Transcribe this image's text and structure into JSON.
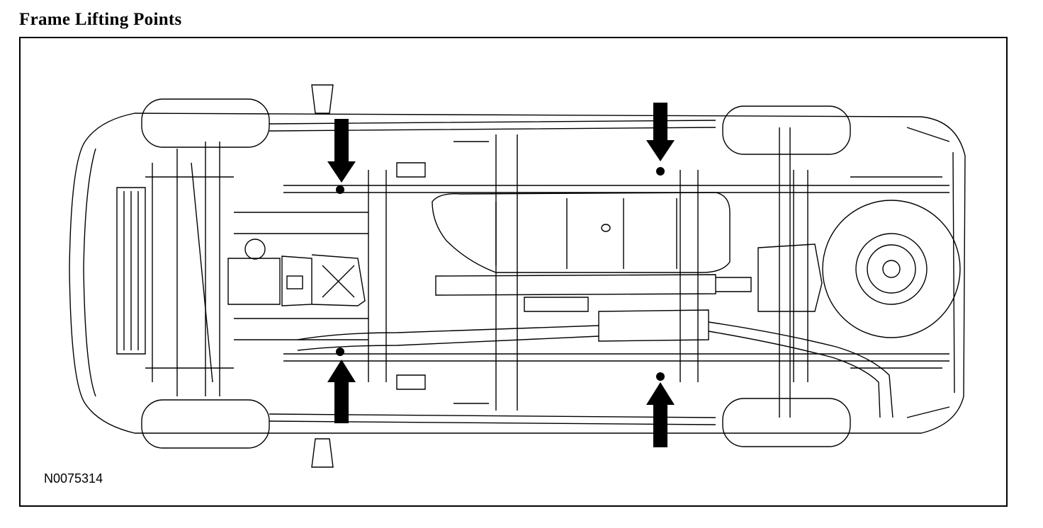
{
  "header": {
    "title": "Frame Lifting Points"
  },
  "figure": {
    "id": "N0075314"
  },
  "lifting_points": [
    {
      "name": "front-left-lifting-point",
      "arrow": "down"
    },
    {
      "name": "rear-left-lifting-point",
      "arrow": "down"
    },
    {
      "name": "front-right-lifting-point",
      "arrow": "up"
    },
    {
      "name": "rear-right-lifting-point",
      "arrow": "up"
    }
  ]
}
